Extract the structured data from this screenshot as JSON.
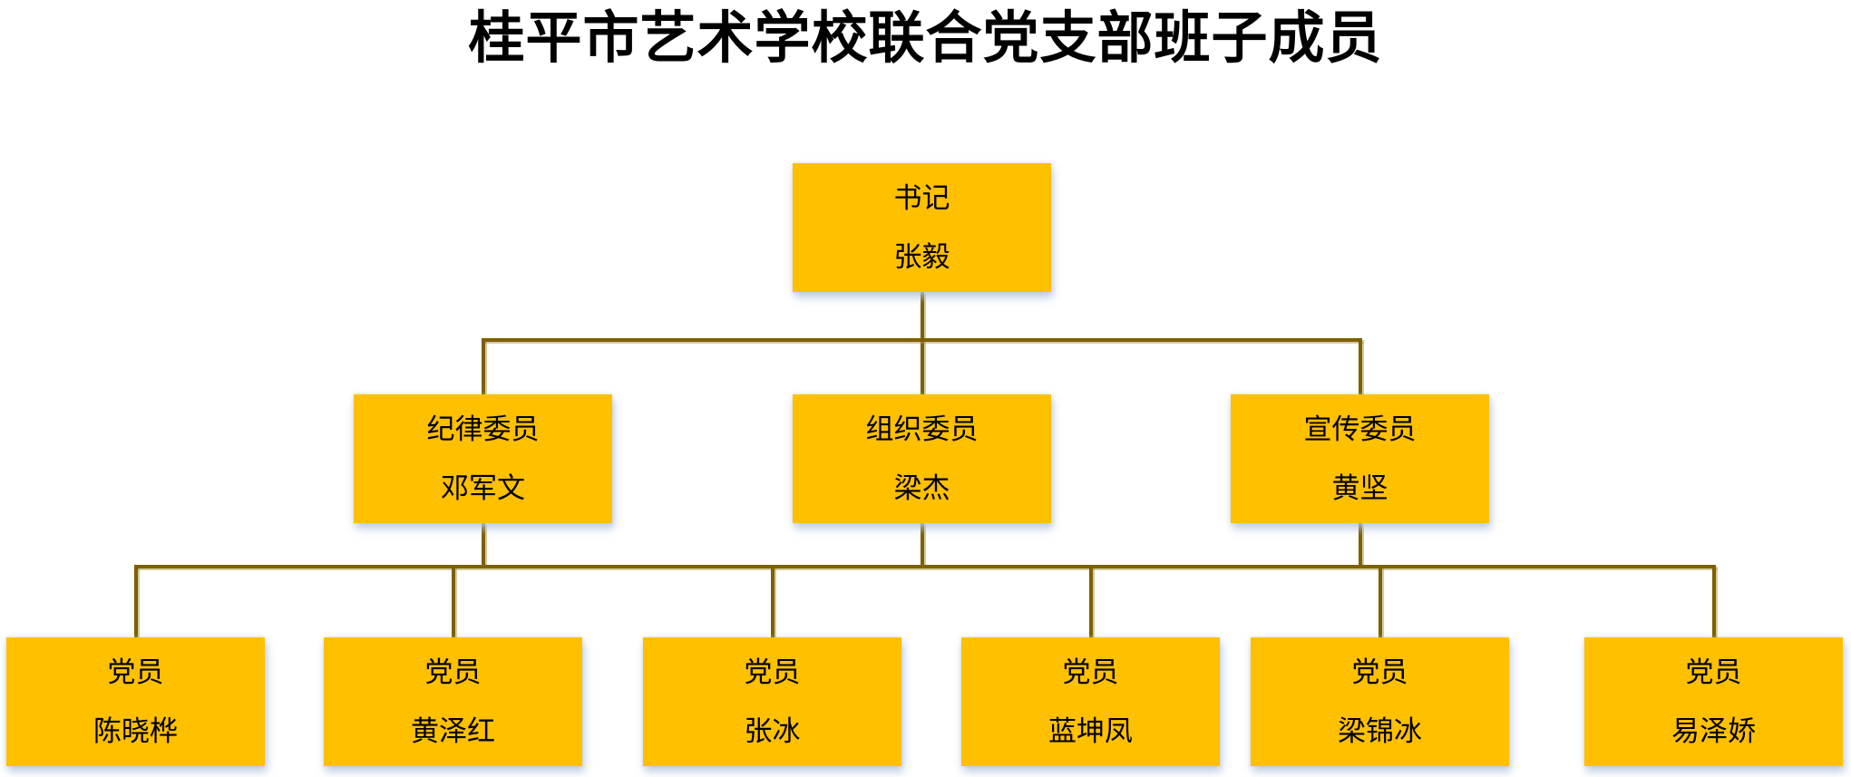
{
  "title": "桂平市艺术学校联合党支部班子成员",
  "colors": {
    "page_background": "#FFFFFF",
    "box_fill": "#FFC000",
    "connector_line": "#7F6000",
    "title_text": "#000000",
    "node_text": "#000000"
  },
  "org": {
    "root": {
      "role": "书记",
      "name": "张毅"
    },
    "level2": [
      {
        "role": "纪律委员",
        "name": "邓军文"
      },
      {
        "role": "组织委员",
        "name": "梁杰"
      },
      {
        "role": "宣传委员",
        "name": "黄坚"
      }
    ],
    "level3": [
      {
        "role": "党员",
        "name": "陈晓桦"
      },
      {
        "role": "党员",
        "name": "黄泽红"
      },
      {
        "role": "党员",
        "name": "张冰"
      },
      {
        "role": "党员",
        "name": "蓝坤凤"
      },
      {
        "role": "党员",
        "name": "梁锦冰"
      },
      {
        "role": "党员",
        "name": "易泽娇"
      }
    ]
  }
}
